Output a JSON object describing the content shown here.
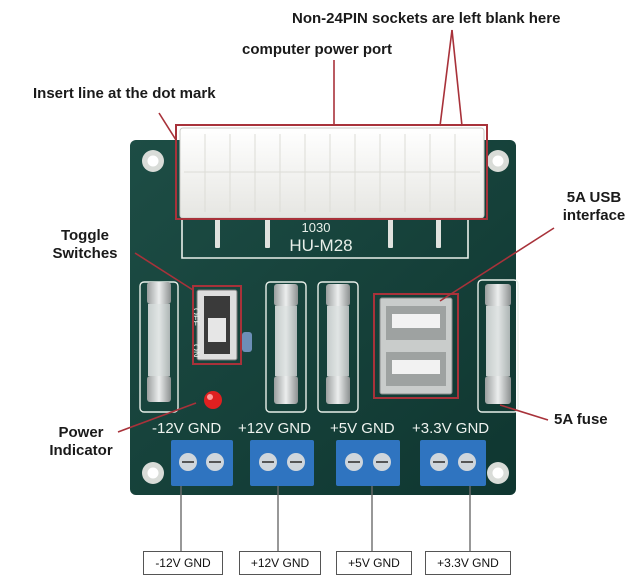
{
  "callouts": {
    "non24pin": "Non-24PIN sockets are left blank here",
    "power_port": "computer power port",
    "insert_line": "Insert line at the dot mark",
    "toggle": [
      "Toggle",
      "Switches"
    ],
    "usb": [
      "5A USB",
      "interface"
    ],
    "power_indicator": [
      "Power",
      "Indicator"
    ],
    "fuse": "5A fuse"
  },
  "board": {
    "model_number": "1030",
    "model_name": "HU-M28",
    "switch_off": "OFF",
    "switch_on": "ON",
    "rail_labels": [
      "-12V GND",
      "+12V GND",
      "+5V GND",
      "+3.3V GND"
    ]
  },
  "bottom_labels": [
    "-12V GND",
    "+12V GND",
    "+5V GND",
    "+3.3V GND"
  ],
  "colors": {
    "pcb": "#123f38",
    "annotation_line": "#a8323a",
    "terminal": "#2f74c0",
    "led": "#e02020"
  }
}
